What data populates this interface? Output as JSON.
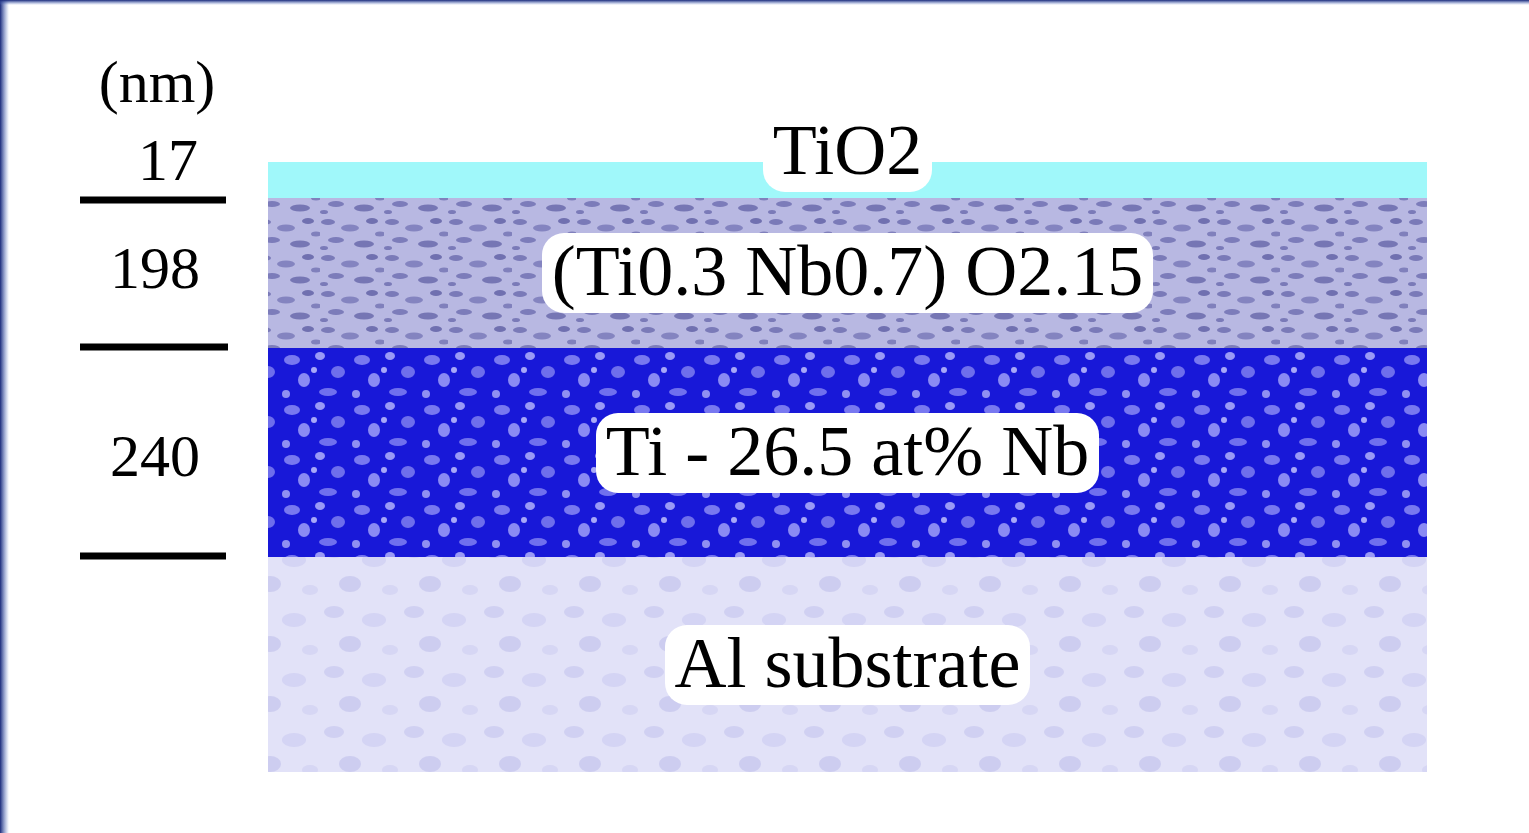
{
  "diagram": {
    "nodes": [
      {
        "text": [
          "TiO2"
        ]
      },
      {
        "text": [
          "(Ti0.3 Nb0.7) O2.15"
        ]
      },
      {
        "text": [
          "Ti - 26.5 at% Nb"
        ]
      },
      {
        "text": [
          "Al substrate"
        ]
      }
    ],
    "labels": [
      "(nm)",
      "17",
      "198",
      "240"
    ]
  }
}
